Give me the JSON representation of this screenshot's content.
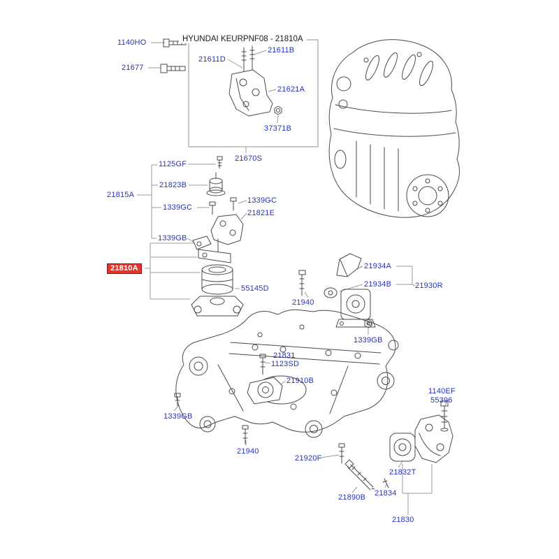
{
  "diagram": {
    "title": "HYUNDAI KEURPNF08 - 21810A",
    "selected_part": "21810A",
    "colors": {
      "label": "#2433c0",
      "highlight_bg": "#e8332a",
      "highlight_border": "#9e0b0b",
      "highlight_text": "#ffffff",
      "line": "#4a4a4a",
      "leader": "#9a9a9a",
      "box_border": "#8f8f8f",
      "title": "#1a1a1a",
      "background": "#ffffff"
    },
    "labels": [
      {
        "text": "1140HO"
      },
      {
        "text": "21677"
      },
      {
        "text": "21611D"
      },
      {
        "text": "21611B"
      },
      {
        "text": "21621A"
      },
      {
        "text": "37371B"
      },
      {
        "text": "21670S"
      },
      {
        "text": "1125GF"
      },
      {
        "text": "21823B"
      },
      {
        "text": "21815A"
      },
      {
        "text": "1339GC"
      },
      {
        "text": "1339GC"
      },
      {
        "text": "21821E"
      },
      {
        "text": "1339GB"
      },
      {
        "text": "21810A"
      },
      {
        "text": "55145D"
      },
      {
        "text": "21934A"
      },
      {
        "text": "21934B"
      },
      {
        "text": "21930R"
      },
      {
        "text": "21940"
      },
      {
        "text": "1339GB"
      },
      {
        "text": "21831"
      },
      {
        "text": "1123SD"
      },
      {
        "text": "21910B"
      },
      {
        "text": "1339GB"
      },
      {
        "text": "21940"
      },
      {
        "text": "21920F"
      },
      {
        "text": "1140EF"
      },
      {
        "text": "55396"
      },
      {
        "text": "21832T"
      },
      {
        "text": "21834"
      },
      {
        "text": "21890B"
      },
      {
        "text": "21830"
      }
    ]
  }
}
